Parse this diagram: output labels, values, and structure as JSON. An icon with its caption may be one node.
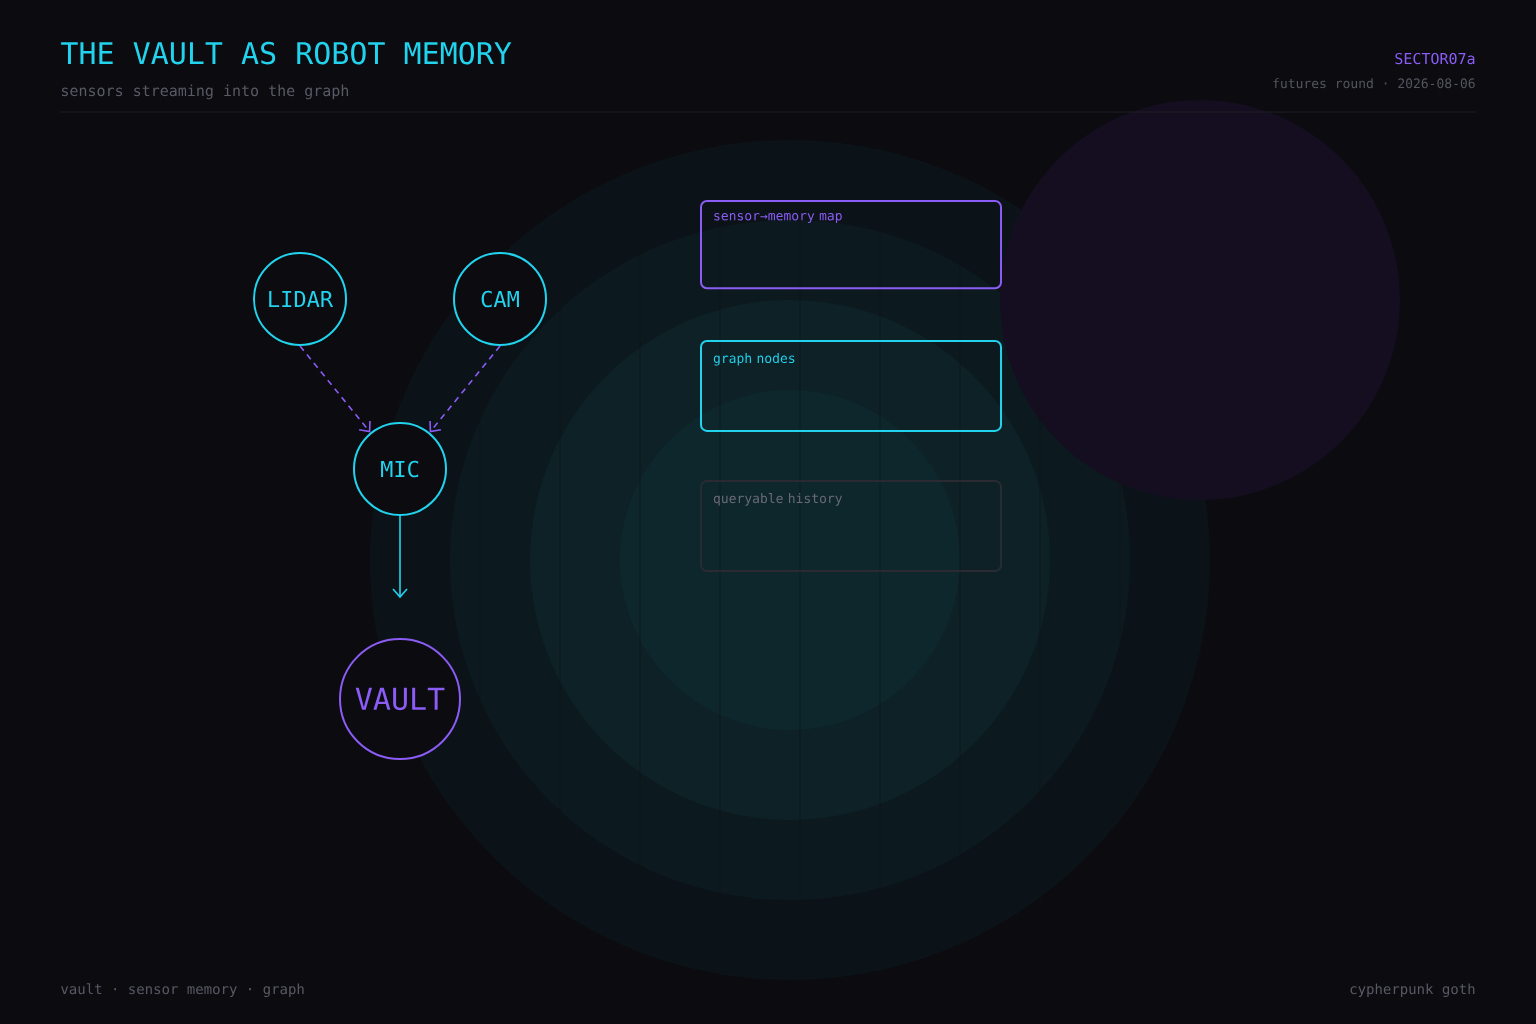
{
  "diagram": {
    "title": "THE VAULT AS ROBOT MEMORY",
    "nodes": [
      {
        "text": [
          "LIDAR"
        ]
      },
      {
        "text": [
          "CAM"
        ]
      },
      {
        "text": [
          "MIC"
        ]
      },
      {
        "text": [
          "VAULT"
        ]
      },
      {
        "text": [
          "sensor→memory map"
        ]
      },
      {
        "text": [
          "graph nodes"
        ]
      },
      {
        "text": [
          "queryable history"
        ]
      }
    ],
    "edges": [
      {
        "from": 0,
        "to": 2,
        "arrow": "to",
        "style": "dashed",
        "color": "#8b5cf6"
      },
      {
        "from": 1,
        "to": 2,
        "arrow": "to",
        "style": "dashed",
        "color": "#8b5cf6"
      },
      {
        "from": 2,
        "to": 3,
        "arrow": "to",
        "color": "#22d3ee"
      }
    ],
    "labels": [
      "sensors streaming into the graph",
      "SECTOR07a",
      "futures round · 2026-08-06",
      "vault · sensor memory · graph",
      "cypherpunk goth"
    ]
  }
}
